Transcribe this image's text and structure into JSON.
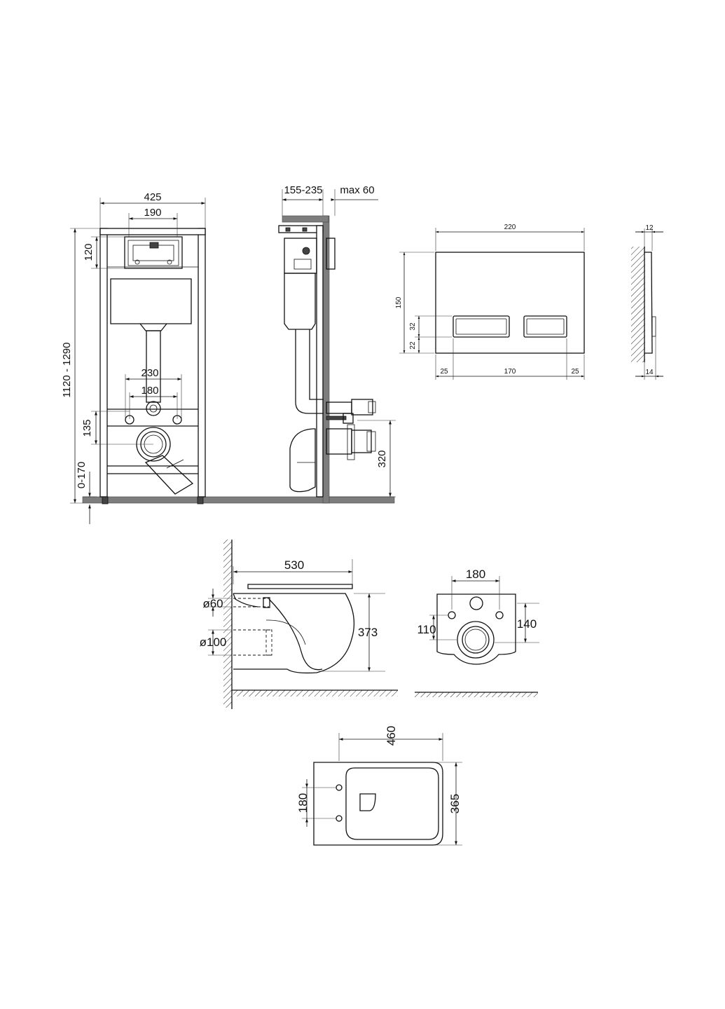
{
  "frame_front": {
    "width": "425",
    "flush_plate_width": "190",
    "flush_plate_height": "120",
    "total_height": "1120 - 1290",
    "stud_spacing": "230",
    "outlet_spacing": "180",
    "outlet_height": "135",
    "leg_adjust": "0-170"
  },
  "frame_side": {
    "depth": "155-235",
    "wall_max": "max 60",
    "outlet_height": "320"
  },
  "flush_plate": {
    "width": "220",
    "height": "150",
    "button_height": "32",
    "bottom_offset": "22",
    "side_left": "25",
    "buttons_width": "170",
    "side_right": "25",
    "thickness_top": "12",
    "thickness_bottom": "14"
  },
  "bowl_side": {
    "length": "530",
    "inlet_diameter": "ø60",
    "outlet_diameter": "ø100",
    "height": "373"
  },
  "bowl_back": {
    "bolt_spacing": "180",
    "bolt_to_outlet": "110",
    "outlet_height": "140"
  },
  "seat_top": {
    "length": "460",
    "bolt_spacing": "180",
    "width": "365"
  }
}
